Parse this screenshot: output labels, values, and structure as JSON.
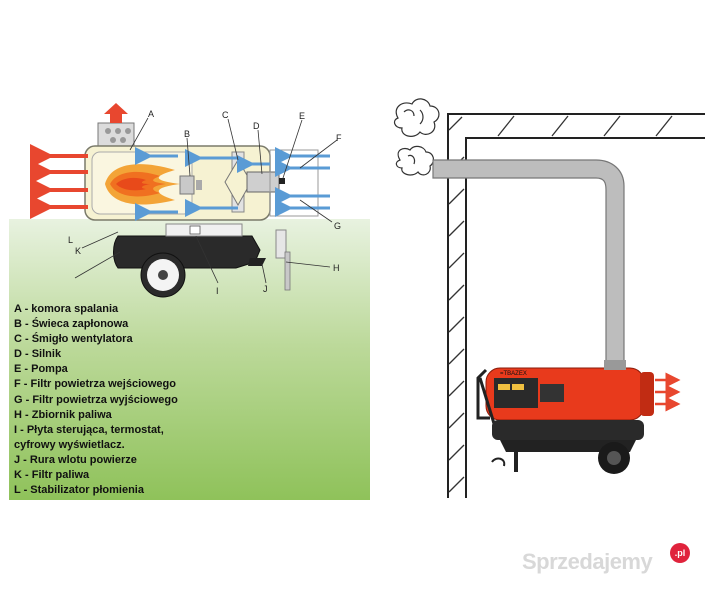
{
  "diagram_labels": {
    "A": "A",
    "B": "B",
    "C": "C",
    "D": "D",
    "E": "E",
    "F": "F",
    "G": "G",
    "H": "H",
    "I": "I",
    "J": "J",
    "K": "K",
    "L": "L"
  },
  "legend": [
    "A - komora spalania",
    "B - Świeca zapłonowa",
    "C - Śmigło wentylatora",
    "D - Silnik",
    "E - Pompa",
    "F - Filtr powietrza wejściowego",
    "G - Filtr powietrza wyjściowego",
    "H - Zbiornik paliwa",
    "I - Płyta sterująca, termostat,",
    "cyfrowy wyświetlacz.",
    "J - Rura wlotu powierze",
    "K - Filtr paliwa",
    "L - Stabilizator płomienia"
  ],
  "heater_brand": "=TBAZEX",
  "watermark": {
    "text": "Sprzedajemy",
    "badge": ".pl"
  },
  "colors": {
    "flame": "#f07020",
    "airflow_blue": "#5a9bd5",
    "exhaust_red": "#e8472f",
    "heater_body": "#e83a1c"
  }
}
